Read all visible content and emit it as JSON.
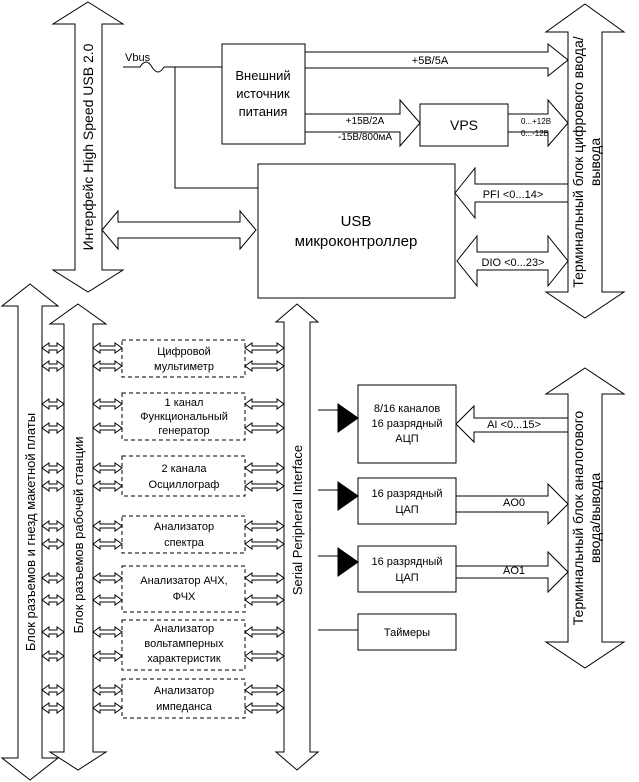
{
  "usb_bus": {
    "label": "Интерфейс High Speed USB 2.0"
  },
  "vbus": {
    "label": "Vbus"
  },
  "power_supply": {
    "line1": "Внешний",
    "line2": "источник",
    "line3": "питания"
  },
  "rail_5v": {
    "label": "+5В/5А"
  },
  "rail_15v": {
    "line1": "+15В/2А",
    "line2": "-15В/800мА"
  },
  "vps": {
    "label": "VPS",
    "out1": "0...+12В",
    "out2": "0...-12В"
  },
  "mcu": {
    "line1": "USB",
    "line2": "микроконтроллер"
  },
  "digital_terminal": {
    "line1": "Терминальный блок цифрового ввода/",
    "line2": "вывода"
  },
  "pfi": {
    "label": "PFI <0...14>"
  },
  "dio": {
    "label": "DIO <0...23>"
  },
  "breadboard_block": {
    "label": "Блок разъемов и гнезд макетной платы"
  },
  "workstation_block": {
    "label": "Блок разъемов рабочей станции"
  },
  "spi": {
    "label": "Serial Peripheral Interface"
  },
  "instruments": [
    {
      "line1": "Цифровой",
      "line2": "мультиметр"
    },
    {
      "line1": "1 канал",
      "line2": "Функциональный",
      "line3": "генератор"
    },
    {
      "line1": "2 канала",
      "line2": "Осциллограф"
    },
    {
      "line1": "Анализатор",
      "line2": "спектра"
    },
    {
      "line1": "Анализатор АЧХ,",
      "line2": "ФЧХ"
    },
    {
      "line1": "Анализатор",
      "line2": "вольтамперных",
      "line3": "характеристик"
    },
    {
      "line1": "Анализатор",
      "line2": "импеданса"
    }
  ],
  "adc": {
    "line1": "8/16 каналов",
    "line2": "16 разрядный",
    "line3": "АЦП"
  },
  "dac0": {
    "line1": "16 разрядный",
    "line2": "ЦАП"
  },
  "dac1": {
    "line1": "16 разрядный",
    "line2": "ЦАП"
  },
  "timers": {
    "label": "Таймеры"
  },
  "ai": {
    "label": "AI <0...15>"
  },
  "ao0": {
    "label": "AO0"
  },
  "ao1": {
    "label": "AO1"
  },
  "analog_terminal": {
    "line1": "Терминальный блок аналогового",
    "line2": "ввода/вывода"
  }
}
